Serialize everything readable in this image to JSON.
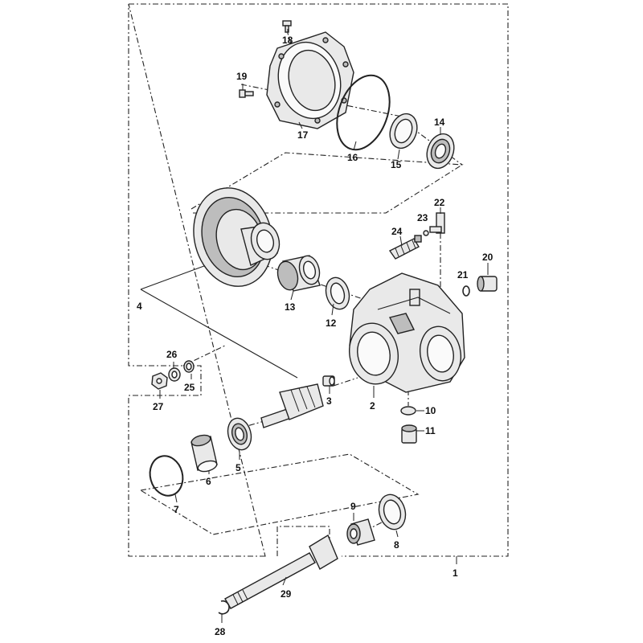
{
  "diagram": {
    "type": "exploded parts diagram",
    "part_numbers": [
      {
        "id": "p1",
        "text": "1"
      },
      {
        "id": "p2",
        "text": "2"
      },
      {
        "id": "p3",
        "text": "3"
      },
      {
        "id": "p4",
        "text": "4"
      },
      {
        "id": "p5",
        "text": "5"
      },
      {
        "id": "p6",
        "text": "6"
      },
      {
        "id": "p7",
        "text": "7"
      },
      {
        "id": "p8",
        "text": "8"
      },
      {
        "id": "p9",
        "text": "9"
      },
      {
        "id": "p10",
        "text": "10"
      },
      {
        "id": "p11",
        "text": "11"
      },
      {
        "id": "p12",
        "text": "12"
      },
      {
        "id": "p13",
        "text": "13"
      },
      {
        "id": "p14",
        "text": "14"
      },
      {
        "id": "p15",
        "text": "15"
      },
      {
        "id": "p16",
        "text": "16"
      },
      {
        "id": "p17",
        "text": "17"
      },
      {
        "id": "p18",
        "text": "18"
      },
      {
        "id": "p19",
        "text": "19"
      },
      {
        "id": "p20",
        "text": "20"
      },
      {
        "id": "p21",
        "text": "21"
      },
      {
        "id": "p22",
        "text": "22"
      },
      {
        "id": "p23",
        "text": "23"
      },
      {
        "id": "p24",
        "text": "24"
      },
      {
        "id": "p25",
        "text": "25"
      },
      {
        "id": "p26",
        "text": "26"
      },
      {
        "id": "p27",
        "text": "27"
      },
      {
        "id": "p28",
        "text": "28"
      },
      {
        "id": "p29",
        "text": "29"
      }
    ]
  }
}
